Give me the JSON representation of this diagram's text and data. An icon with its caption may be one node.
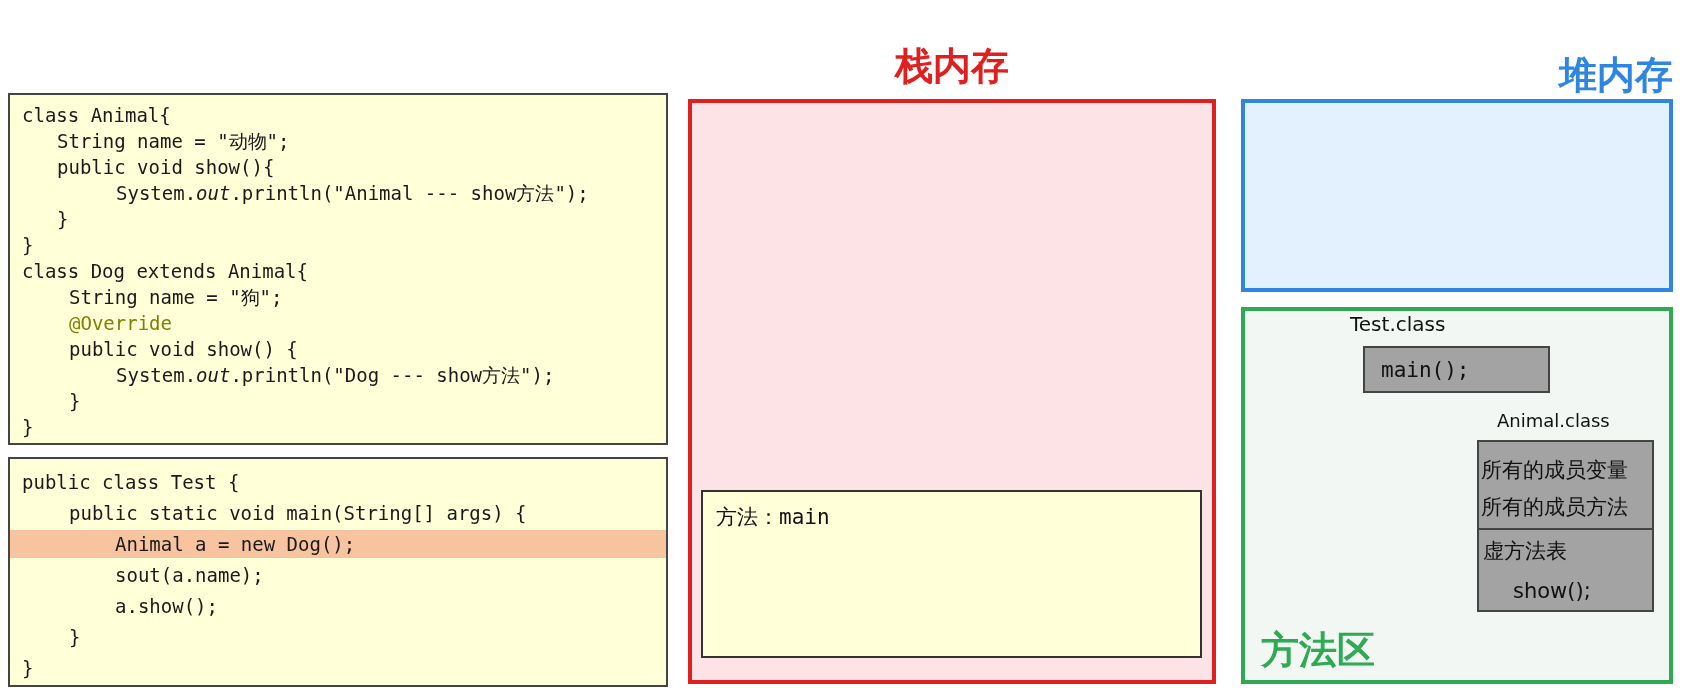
{
  "diagram": {
    "nodes": [
      {
        "text": [
          "class Animal{",
          "String name = \"动物\";",
          "public void show(){",
          "System.*out*.println(\"Animal --- show方法\");",
          "}",
          "}",
          "class Dog extends Animal{",
          "String name = \"狗\";",
          "@Override",
          "public void show() {",
          "System.*out*.println(\"Dog --- show方法\");",
          "}",
          "}"
        ]
      },
      {
        "text": [
          "public class Test {",
          "public static void main(String[] args) {",
          "Animal a = new Dog();",
          "sout(a.name);",
          "a.show();",
          "}",
          "}"
        ]
      },
      {
        "text": [
          "栈内存"
        ]
      },
      {
        "text": [
          "方法：main"
        ],
        "in": 2
      },
      {
        "text": [
          "堆内存"
        ]
      },
      {
        "text": [
          "方法区"
        ]
      },
      {
        "text": [
          "Test.class",
          "main();"
        ],
        "in": 5
      },
      {
        "text": [
          "Animal.class",
          "所有的成员变量",
          "所有的成员方法"
        ],
        "in": 5
      },
      {
        "text": [
          "虚方法表",
          "show();"
        ],
        "in": 7
      }
    ]
  }
}
